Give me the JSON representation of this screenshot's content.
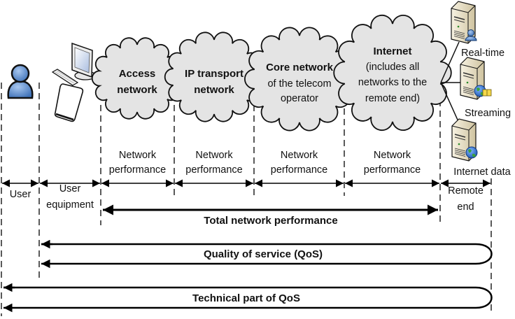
{
  "diagram": {
    "actors": {
      "user": {
        "icon": "user-icon"
      },
      "user_equipment": {
        "icon": "computer-and-phone-icon"
      }
    },
    "clouds": [
      {
        "title": "Access",
        "title2": "network",
        "subtitle": []
      },
      {
        "title": "IP transport",
        "title2": "network",
        "subtitle": []
      },
      {
        "title": "Core network",
        "title2": "",
        "subtitle": [
          "of the telecom",
          "operator"
        ]
      },
      {
        "title": "Internet",
        "title2": "",
        "subtitle": [
          "(includes all",
          "networks to the",
          "remote end)"
        ]
      }
    ],
    "servers": [
      {
        "label": "Real-time",
        "badge": "user-badge"
      },
      {
        "label": "Streaming",
        "badge": "globe-film-badge"
      },
      {
        "label": "Internet data",
        "badge": "globe-badge"
      }
    ],
    "segments": [
      {
        "line1": "User",
        "line2": ""
      },
      {
        "line1": "User",
        "line2": "equipment"
      },
      {
        "line1": "Network",
        "line2": "performance"
      },
      {
        "line1": "Network",
        "line2": "performance"
      },
      {
        "line1": "Network",
        "line2": "performance"
      },
      {
        "line1": "Network",
        "line2": "performance"
      },
      {
        "line1": "Remote",
        "line2": "end"
      }
    ],
    "spans": {
      "total_network_performance": "Total network performance",
      "quality_of_service": "Quality of service (QoS)",
      "technical_part_of_qos": "Technical part of QoS"
    },
    "colors": {
      "cloud_fill": "#e4e4e4",
      "user_blue": "#5b8fd0",
      "server_beige": "#ece4cc",
      "globe_blue": "#2a6fc9",
      "globe_green": "#3ca23c"
    }
  }
}
